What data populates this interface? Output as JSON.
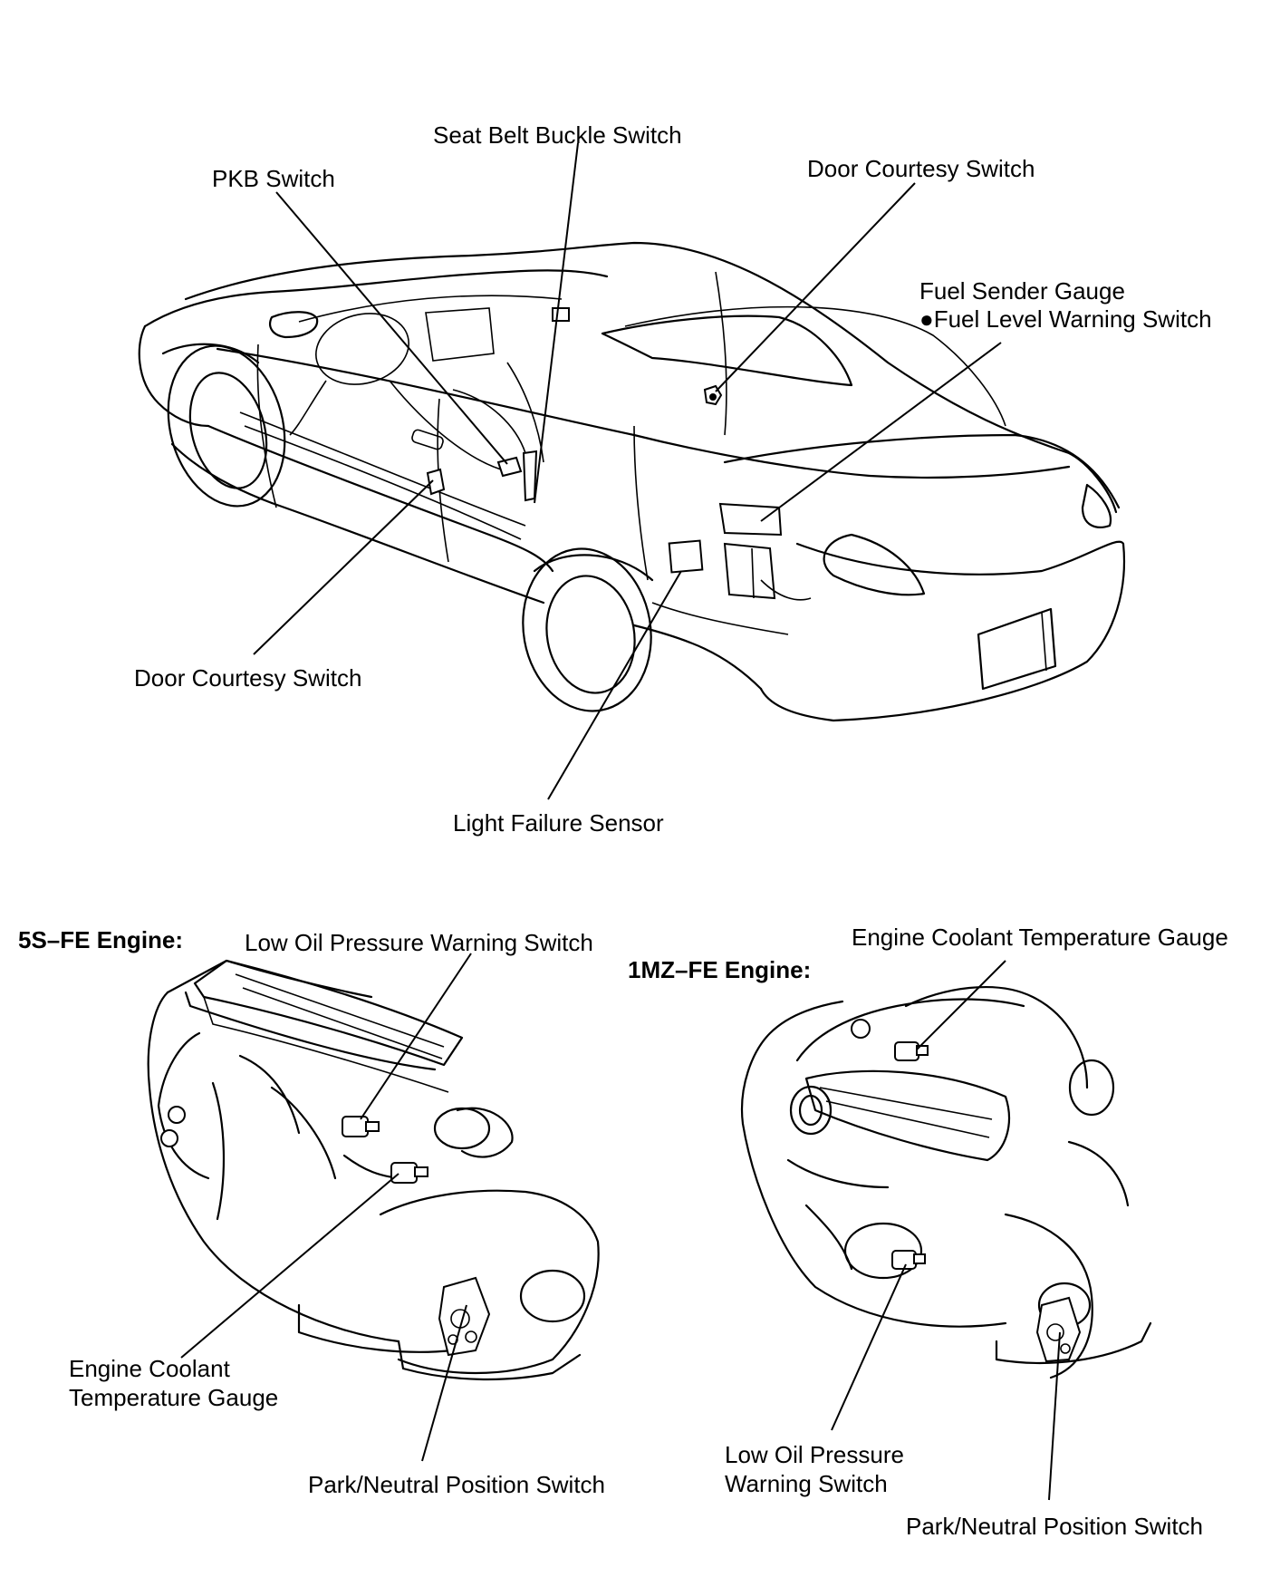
{
  "vehicle_labels": {
    "seat_belt_buckle_switch": "Seat Belt Buckle Switch",
    "pkb_switch": "PKB Switch",
    "door_courtesy_switch_rear": "Door Courtesy Switch",
    "fuel_sender_gauge": "Fuel Sender Gauge",
    "fuel_level_warning_switch": "●Fuel Level Warning Switch",
    "door_courtesy_switch_front": "Door Courtesy Switch",
    "light_failure_sensor": "Light Failure Sensor"
  },
  "engine_5s": {
    "header": "5S–FE Engine:",
    "low_oil_pressure": "Low Oil Pressure Warning Switch",
    "coolant_line1": "Engine Coolant",
    "coolant_line2": "Temperature Gauge",
    "park_neutral": "Park/Neutral Position Switch"
  },
  "engine_1mz": {
    "header": "1MZ–FE Engine:",
    "coolant_temp": "Engine Coolant Temperature Gauge",
    "low_oil_line1": "Low Oil Pressure",
    "low_oil_line2": "Warning Switch",
    "park_neutral": "Park/Neutral Position Switch"
  }
}
